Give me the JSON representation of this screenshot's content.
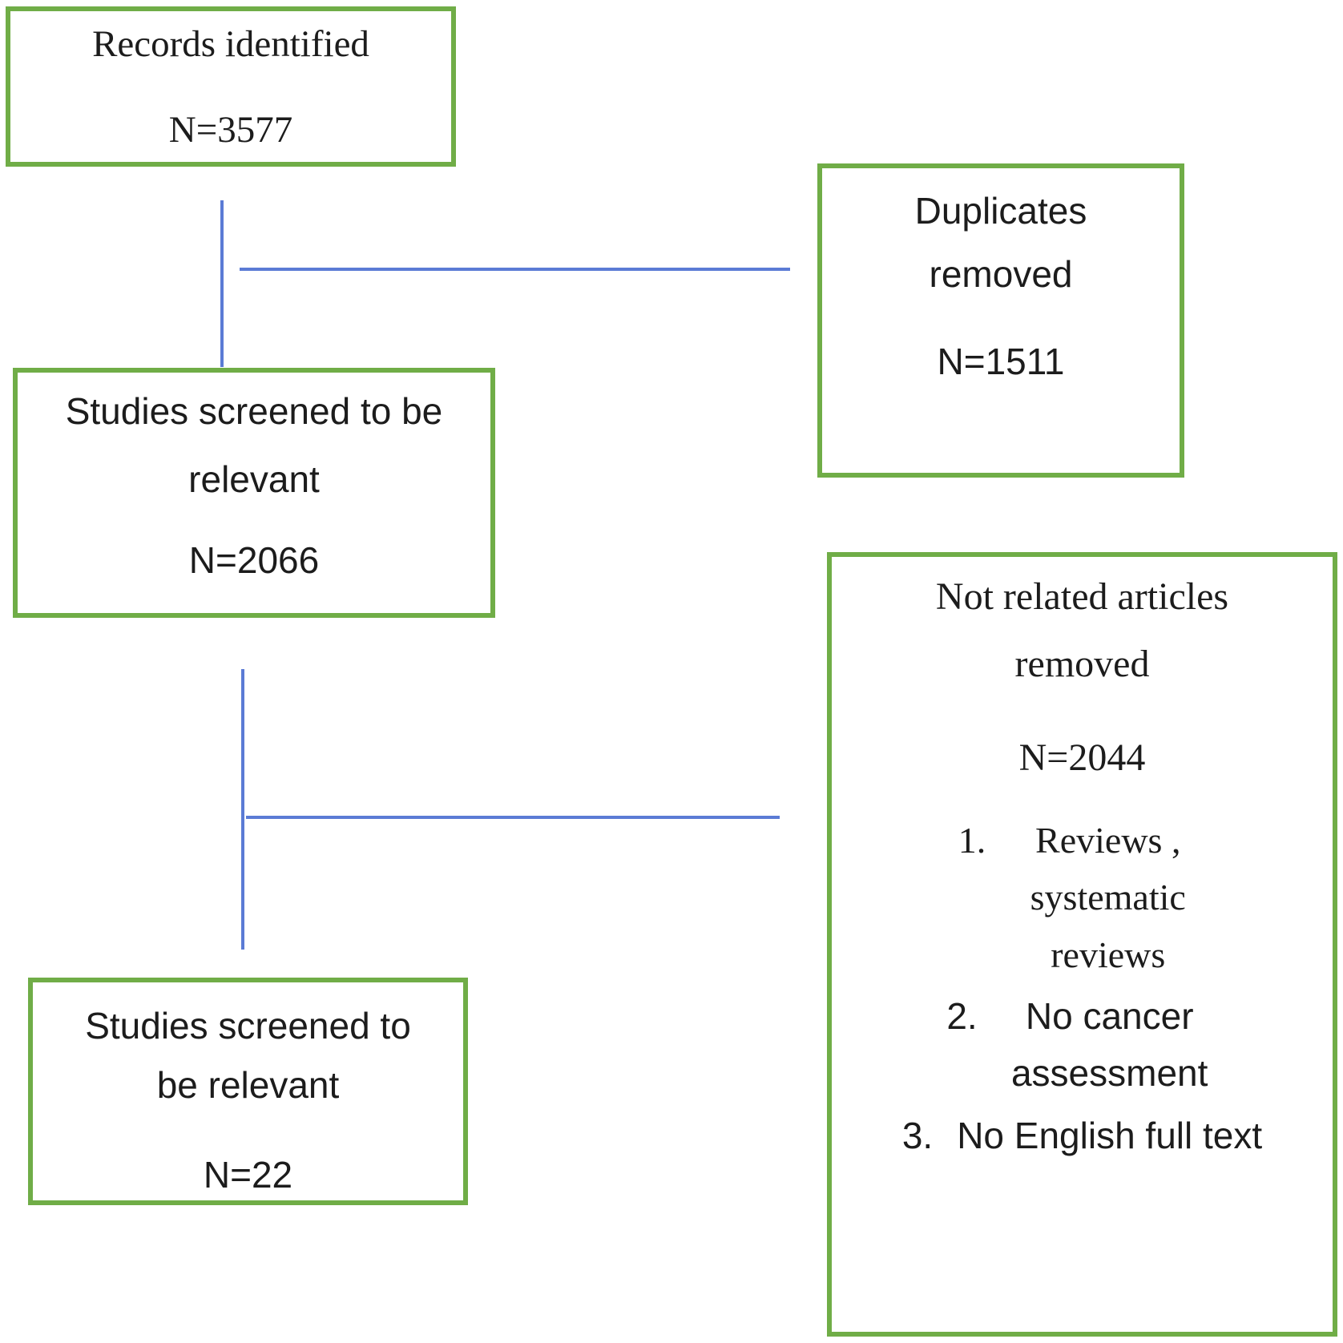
{
  "diagram": {
    "boxes": {
      "records": {
        "title": "Records identified",
        "n": "N=3577"
      },
      "duplicates": {
        "title": "Duplicates removed",
        "n": "N=1511"
      },
      "screened1": {
        "title": "Studies screened to be relevant",
        "n": "N=2066"
      },
      "not_related": {
        "title": "Not related articles removed",
        "n": "N=2044",
        "items": [
          {
            "marker": "1.",
            "text": "Reviews , systematic reviews"
          },
          {
            "marker": "2.",
            "text": "No cancer assessment"
          },
          {
            "marker": "3.",
            "text": "No English full text"
          }
        ]
      },
      "screened2": {
        "title": "Studies screened to be relevant",
        "n": "N=22"
      }
    },
    "colors": {
      "box_border": "#70ad47",
      "connector": "#5b7bd5",
      "text": "#1c1c1c"
    }
  }
}
